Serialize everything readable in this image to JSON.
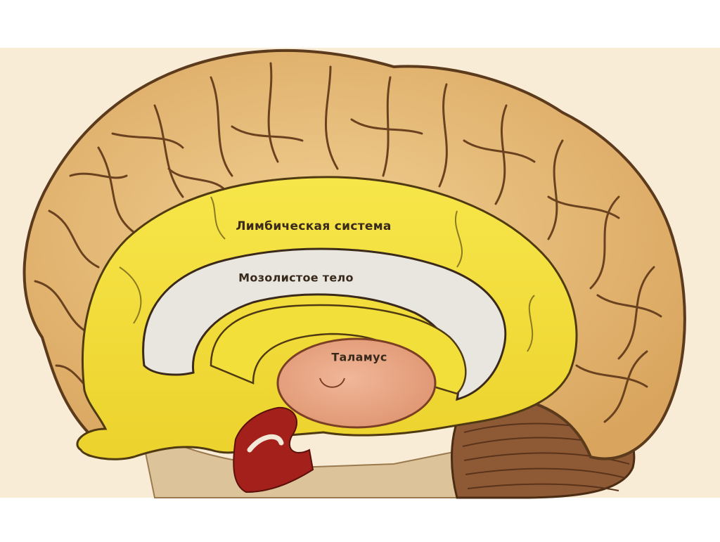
{
  "labels": {
    "limbic_system": "Лимбическая система",
    "corpus_callosum": "Мозолистое тело",
    "thalamus": "Таламус"
  },
  "colors": {
    "page_background": "#ffffff",
    "image_background": "#f8ecd6",
    "cortex": "#e2b774",
    "cortex_sulcus": "#8a5a2e",
    "limbic_yellow": "#f3df3a",
    "corpus_callosum": "#e9e6e0",
    "thalamus": "#e9a684",
    "cerebellum": "#8e5a36",
    "brainstem_red": "#a3201b"
  }
}
